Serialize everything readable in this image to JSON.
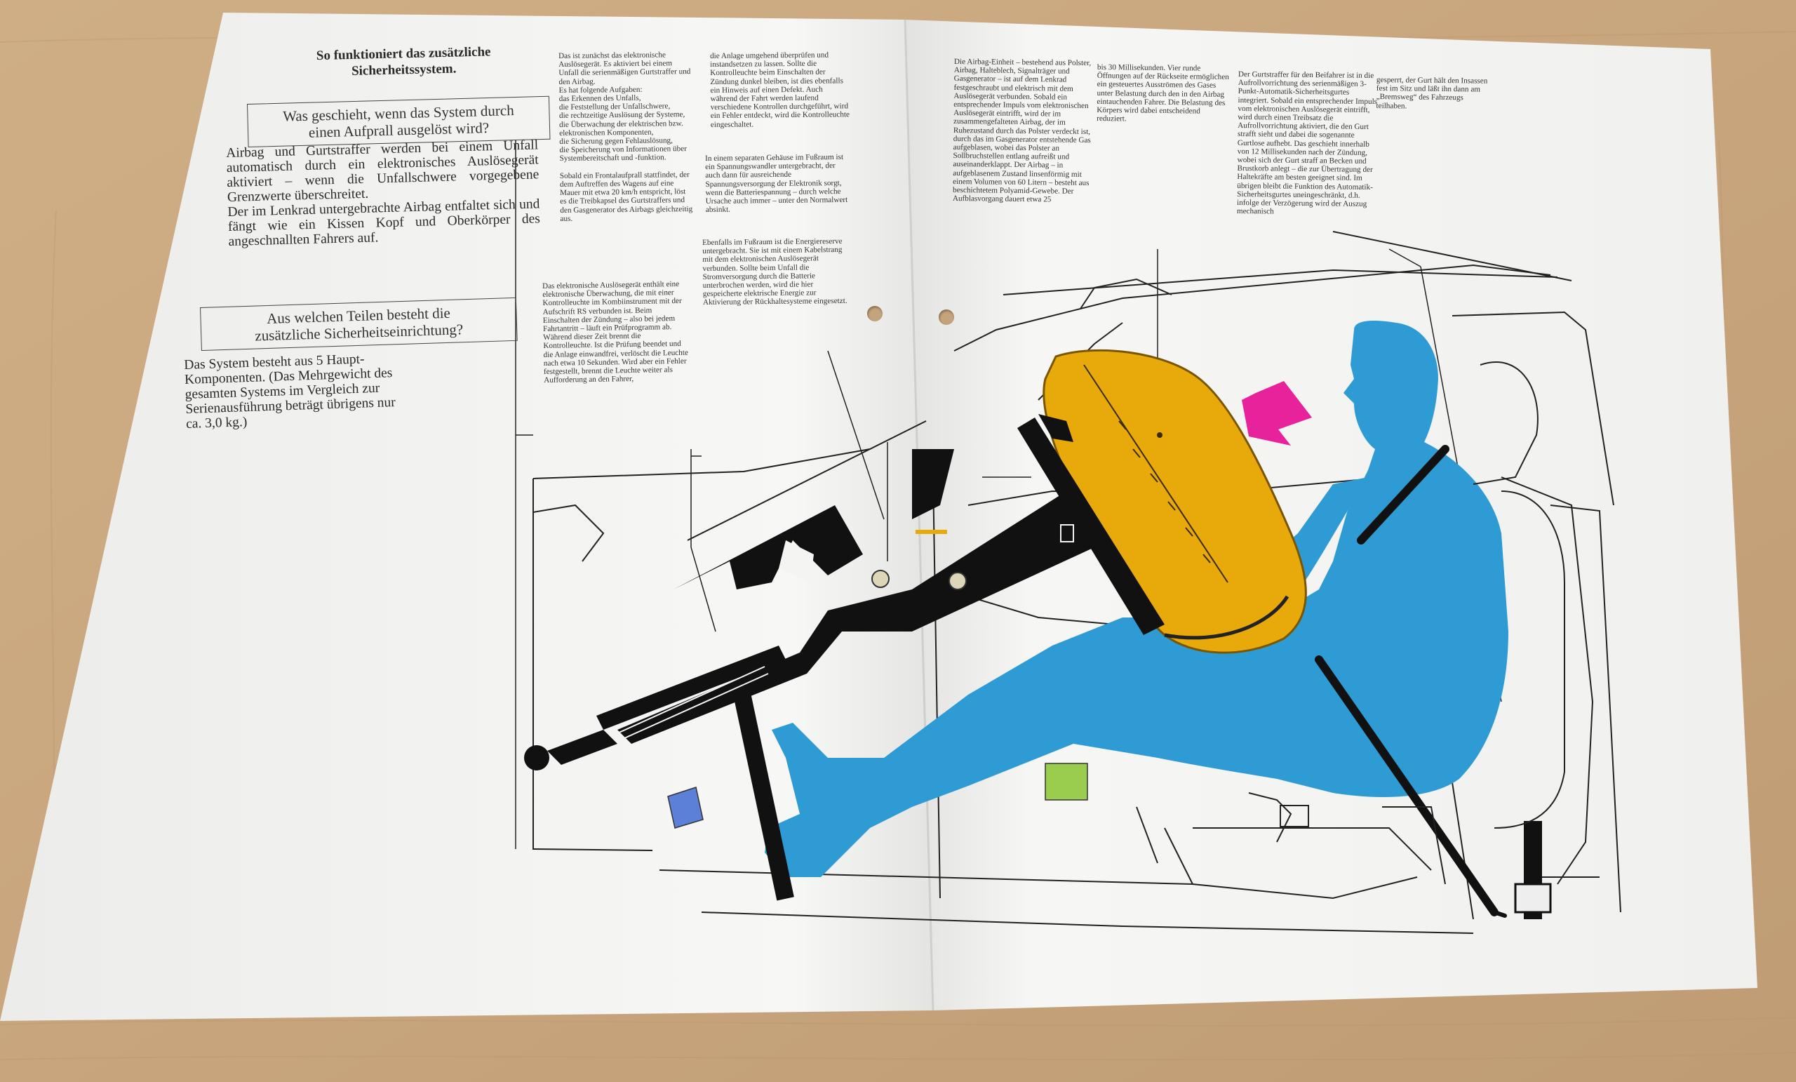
{
  "brochure": {
    "heading": "So funktioniert das zusätzliche\nSicherheitssystem.",
    "question_1": "Was geschieht, wenn das System durch\neinen Aufprall ausgelöst wird?",
    "answer_1": "Airbag und Gurtstraffer werden bei einem Unfall automatisch durch ein elektronisches Auslösegerät aktiviert – wenn die Unfallschwere vorgegebene Grenzwerte überschreitet.\n   Der im Lenkrad untergebrachte Airbag entfaltet sich und fängt wie ein Kissen Kopf und Oberkörper des angeschnallten Fahrers auf.",
    "question_2": "Aus welchen Teilen besteht die\nzusätzliche Sicherheitseinrichtung?",
    "answer_2": "Das System besteht aus 5 Haupt-\nKomponenten. (Das Mehrgewicht des\ngesamten Systems im Vergleich zur\nSerienausführung beträgt übrigens nur\nca. 3,0 kg.)",
    "col1_part1": "Das ist zunächst das elektronische Auslösegerät. Es aktiviert bei einem Unfall die serienmäßigen Gurtstraffer und den Airbag.\nEs hat folgende Aufgaben:\ndas Erkennen des Unfalls,\ndie Feststellung der Unfallschwere,\ndie rechtzeitige Auslösung der Systeme,\ndie Überwachung der elektrischen bzw. elektronischen Komponenten,\ndie Sicherung gegen Fehlauslösung,\ndie Speicherung von Informationen über Systembereitschaft und -funktion.\n\nSobald ein Frontalaufprall stattfindet, der dem Auftreffen des Wagens auf eine Mauer mit etwa 20 km/h entspricht, löst es die Treibkapsel des Gurtstraffers und den Gasgenerator des Airbags gleichzeitig aus.",
    "col1_part2": "Das elektronische Auslösegerät enthält eine elektronische Überwachung, die mit einer Kontrolleuchte im Kombiinstrument mit der Aufschrift RS verbunden ist. Beim Einschalten der Zündung – also bei jedem Fahrtantritt – läuft ein Prüfprogramm ab. Während dieser Zeit brennt die Kontrolleuchte. Ist die Prüfung beendet und die Anlage einwandfrei, verlöscht die Leuchte nach etwa 10 Sekunden. Wird aber ein Fehler festgestellt, brennt die Leuchte weiter als Aufforderung an den Fahrer,",
    "col2_part1": "die Anlage umgehend überprüfen und instandsetzen zu lassen. Sollte die Kontrolleuchte beim Einschalten der Zündung dunkel bleiben, ist dies ebenfalls ein Hinweis auf einen Defekt. Auch während der Fahrt werden laufend verschiedene Kontrollen durchgeführt, wird ein Fehler entdeckt, wird die Kontrolleuchte eingeschaltet.",
    "col2_part2": "In einem separaten Gehäuse im Fußraum ist ein Spannungswandler untergebracht, der auch dann für ausreichende Spannungsversorgung der Elektronik sorgt, wenn die Batteriespannung – durch welche Ursache auch immer – unter den Normalwert absinkt.",
    "col2_part3": "Ebenfalls im Fußraum ist die Energiereserve untergebracht. Sie ist mit einem Kabelstrang mit dem elektronischen Auslösegerät verbunden. Sollte beim Unfall die Stromversorgung durch die Batterie unterbrochen werden, wird die hier gespeicherte elektrische Energie zur Aktivierung der Rückhaltesysteme eingesetzt.",
    "col3": "Die Airbag-Einheit – bestehend aus Polster, Airbag, Halteblech, Signalträger und Gasgenerator – ist auf dem Lenkrad festgeschraubt und elektrisch mit dem Auslösegerät verbunden. Sobald ein entsprechender Impuls vom elektronischen Auslösegerät eintrifft, wird der im zusammengefalteten Airbag, der im Ruhezustand durch das Polster verdeckt ist, durch das im Gasgenerator entstehende Gas aufgeblasen, wobei das Polster an Sollbruchstellen entlang aufreißt und auseinanderklappt. Der Airbag – in aufgeblasenem Zustand linsenförmig mit einem Volumen von 60 Litern – besteht aus beschichtetem Polyamid-Gewebe. Der Aufblasvorgang dauert etwa 25",
    "col4": "bis 30 Millisekunden. Vier runde Öffnungen auf der Rückseite ermöglichen ein gesteuertes Ausströmen des Gases unter Belastung durch den in den Airbag eintauchenden Fahrer. Die Belastung des Körpers wird dabei entscheidend reduziert.",
    "col5": "Der Gurtstraffer für den Beifahrer ist in die Aufrollvorrichtung des serienmäßigen 3-Punkt-Automatik-Sicherheitsgurtes integriert. Sobald ein entsprechender Impuls vom elektronischen Auslösegerät eintrifft, wird durch einen Treibsatz die Aufrollvorrichtung aktiviert, die den Gurt strafft sieht und dabei die sogenannte Gurtlose aufhebt. Das geschieht innerhalb von 12 Millisekunden nach der Zündung, wobei sich der Gurt straff an Becken und Brustkorb anlegt – die zur Übertragung der Haltekräfte am besten geeignet sind. Im übrigen bleibt die Funktion des Automatik-Sicherheitsgurtes uneingeschränkt, d.h. infolge der Verzögerung wird der Auszug mechanisch",
    "col6": "gesperrt, der Gurt hält den Insassen fest im Sitz und läßt ihn dann am „Bremsweg“ des Fahrzeugs teilhaben."
  },
  "colors": {
    "table": "#c9a983",
    "paper": "#f4f4f2",
    "airbag": "#e8a90a",
    "driver": "#2e9bd4",
    "arrow": "#e8229a",
    "steering_column": "#111111",
    "blue_module": "#5c7fd8",
    "green_module": "#9acc4e"
  },
  "illustration": {
    "subject": "driver-with-inflated-airbag",
    "icons": [
      "airbag-icon",
      "pink-impact-arrow-icon",
      "seatbelt-icon",
      "steering-column-icon",
      "control-unit-icon",
      "energy-reserve-icon"
    ]
  }
}
